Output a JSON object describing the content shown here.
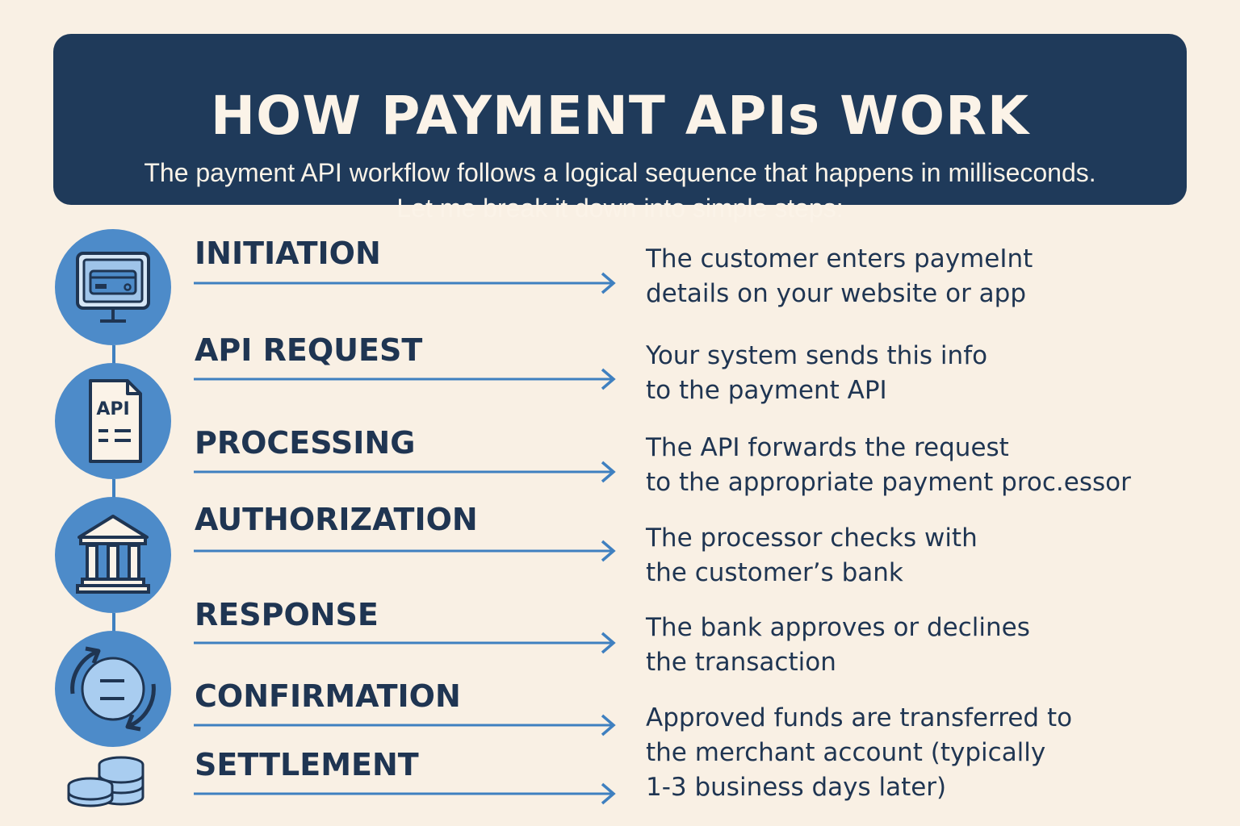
{
  "header": {
    "title": "HOW PAYMENT APIs WORK",
    "subtitle_line1": "The payment API workflow follows a logical sequence that happens in milliseconds.",
    "subtitle_line2": "Let me break it down into simple steps:"
  },
  "steps": [
    {
      "label": "INITIATION"
    },
    {
      "label": "API REQUEST"
    },
    {
      "label": "PROCESSING"
    },
    {
      "label": "AUTHORIZATION"
    },
    {
      "label": "RESPONSE"
    },
    {
      "label": "CONFIRMATION"
    },
    {
      "label": "SETTLEMENT"
    }
  ],
  "descriptions": [
    {
      "line1": "The customer enters payme​Int",
      "line2": "details on your website or app"
    },
    {
      "line1": "Your system sends this info",
      "line2": "to the payment API"
    },
    {
      "line1": "The API forwards the request",
      "line2": "to the appropriate payment proc.essor"
    },
    {
      "line1": "The processor checks with",
      "line2": "the customer’s bank"
    },
    {
      "line1": "The bank approves or declines",
      "line2": "the transaction"
    },
    {
      "line1": "Approved funds are transferred to",
      "line2": "the merchant account (typically",
      "line3": "1-3 business days later)"
    }
  ],
  "icons": {
    "icon1": "monitor-card-icon",
    "icon2": "api-document-icon",
    "icon3": "bank-icon",
    "icon4": "sync-icon",
    "icon5": "coins-icon",
    "api_badge": "API"
  },
  "colors": {
    "background": "#f9f0e4",
    "header": "#1f3a5a",
    "accent": "#4d8bc9",
    "text": "#1f3552"
  }
}
